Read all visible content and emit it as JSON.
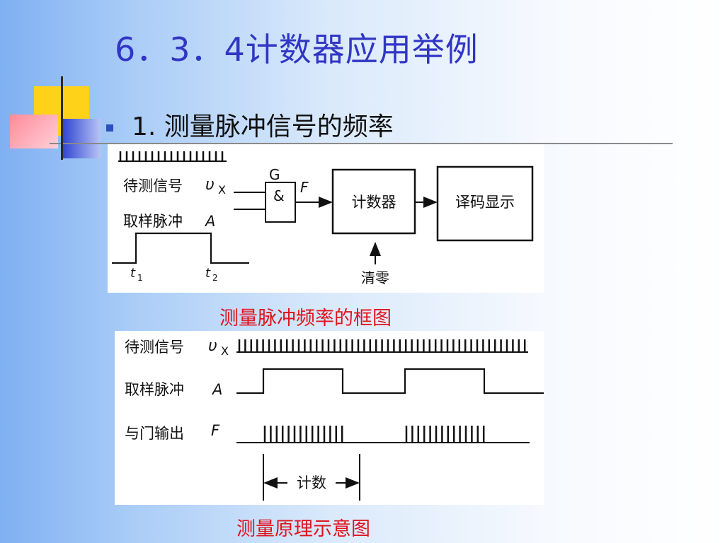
{
  "slide": {
    "title": "6．3．4计数器应用举例",
    "subtitle": "1. 测量脉冲信号的频率"
  },
  "block_diagram": {
    "signal_label": "待测信号",
    "signal_symbol": "υ",
    "signal_sub": "X",
    "pulse_label": "取样脉冲",
    "pulse_symbol": "A",
    "gate_name": "G",
    "gate_symbol": "&",
    "gate_output": "F",
    "counter_label": "计数器",
    "display_label": "译码显示",
    "clear_label": "清零",
    "t1_base": "t",
    "t1_sub": "1",
    "t2_base": "t",
    "t2_sub": "2",
    "caption": "测量脉冲频率的框图"
  },
  "timing_diagram": {
    "signal_label": "待测信号",
    "signal_symbol": "υ",
    "signal_sub": "X",
    "pulse_label": "取样脉冲",
    "pulse_symbol": "A",
    "output_label": "与门输出",
    "output_symbol": "F",
    "count_label": "计数",
    "caption": "测量原理示意图"
  },
  "colors": {
    "title": "#3136c4",
    "caption": "#e0141e",
    "bullet": "#2b4fc0"
  }
}
